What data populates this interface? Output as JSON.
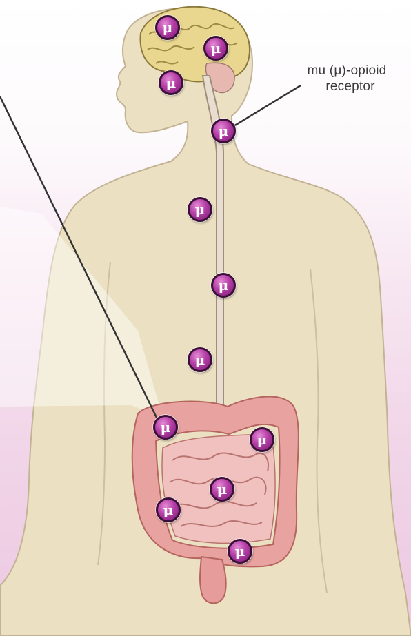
{
  "receptor_label": {
    "line1": "mu (μ)-opioid",
    "line2": "receptor"
  },
  "receptor_symbol": "μ",
  "receptor_sites": [
    {
      "id": "brain-1"
    },
    {
      "id": "brain-2"
    },
    {
      "id": "brain-3"
    },
    {
      "id": "neck"
    },
    {
      "id": "spine-1"
    },
    {
      "id": "spine-2"
    },
    {
      "id": "spine-3"
    },
    {
      "id": "colon-left"
    },
    {
      "id": "colon-right"
    },
    {
      "id": "small-intestine-1"
    },
    {
      "id": "small-intestine-2"
    },
    {
      "id": "colon-lower"
    }
  ],
  "colors": {
    "skin": "#ece0c2",
    "skin_outline": "#c2b394",
    "receptor_fill": "#b43ea6",
    "intestine": "#e8a2a0",
    "brain": "#e9d78f",
    "background_bottom": "#ecc9e1"
  }
}
